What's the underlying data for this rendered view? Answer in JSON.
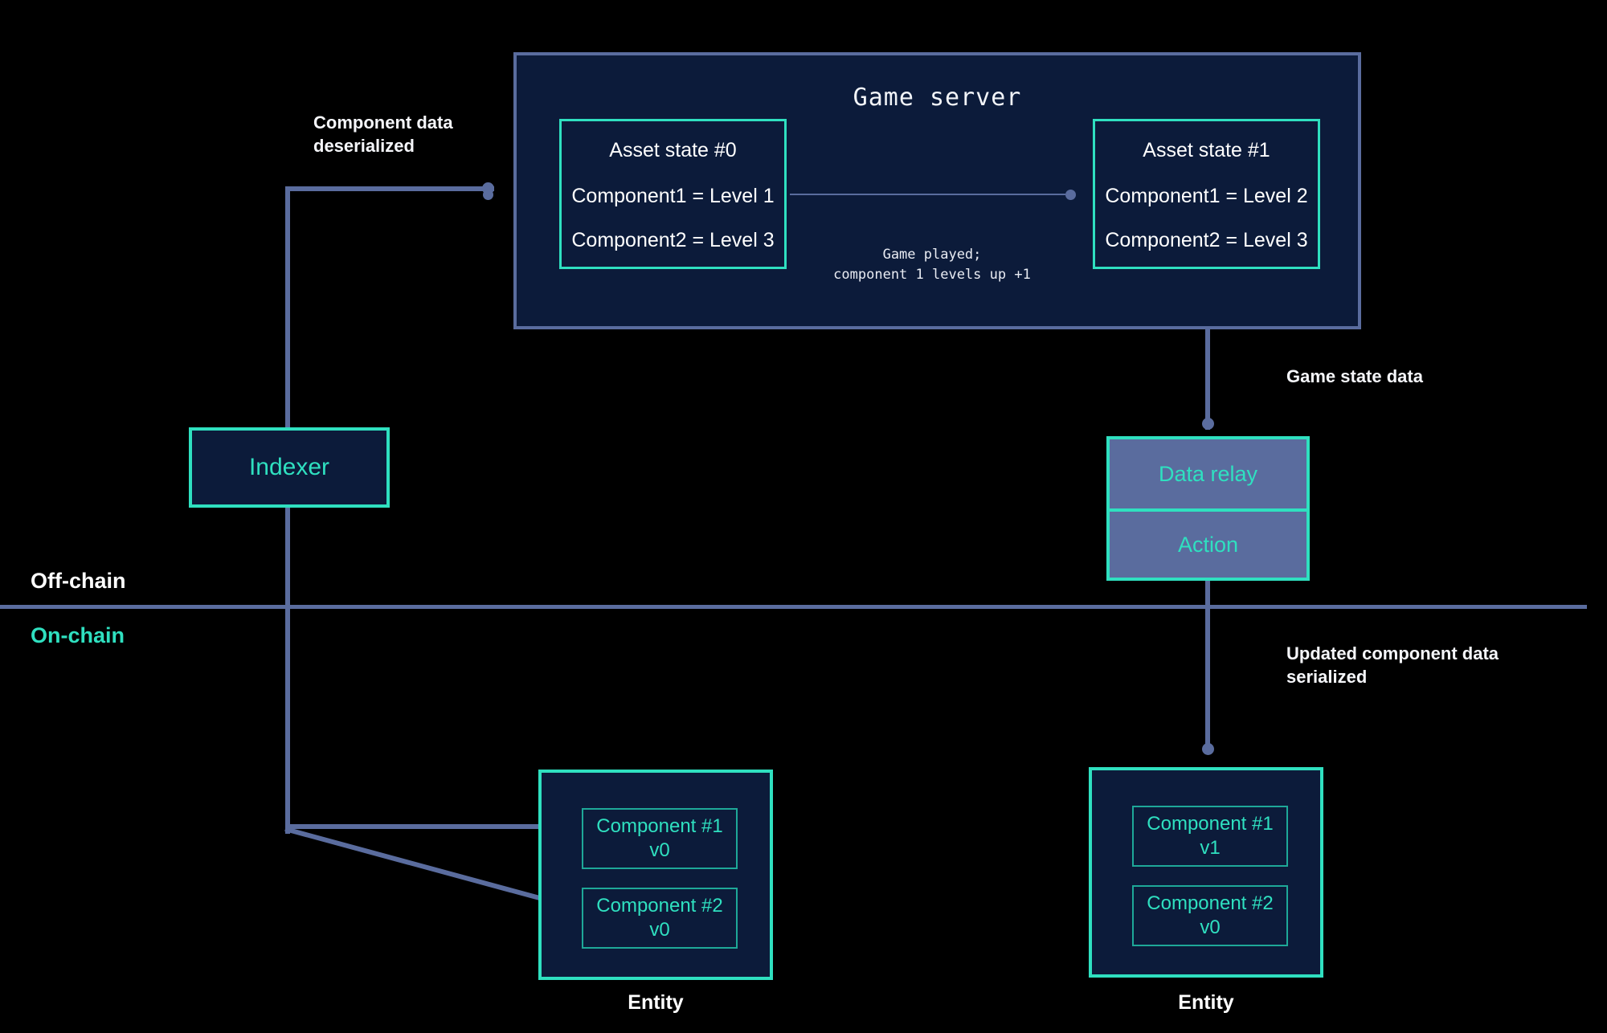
{
  "diagram": {
    "title": "Game server on-chain / off-chain component data flow",
    "colors": {
      "background": "#000000",
      "panel_fill": "#0c1b3a",
      "accent_teal": "#2fe0c0",
      "connector_slate": "#5a6c9e",
      "text_white": "#ffffff"
    }
  },
  "game_server": {
    "title": "Game server",
    "asset_states": [
      {
        "title": "Asset state #0",
        "lines": [
          "Component1 = Level 1",
          "Component2 = Level 3"
        ]
      },
      {
        "title": "Asset state #1",
        "lines": [
          "Component1 = Level 2",
          "Component2 = Level 3"
        ]
      }
    ],
    "transition_note": "Game played;\ncomponent 1 levels up +1"
  },
  "indexer": {
    "label": "Indexer"
  },
  "relay": {
    "data_relay_label": "Data relay",
    "action_label": "Action"
  },
  "chain_divider": {
    "off_chain_label": "Off-chain",
    "on_chain_label": "On-chain"
  },
  "edge_labels": {
    "component_data_deserialized": "Component data\ndeserialized",
    "game_state_data": "Game state data",
    "updated_component_data_serialized": "Updated component data\nserialized"
  },
  "entities": [
    {
      "caption": "Entity",
      "components": [
        {
          "name": "Component #1",
          "version": "v0"
        },
        {
          "name": "Component #2",
          "version": "v0"
        }
      ]
    },
    {
      "caption": "Entity",
      "components": [
        {
          "name": "Component #1",
          "version": "v1"
        },
        {
          "name": "Component #2",
          "version": "v0"
        }
      ]
    }
  ]
}
